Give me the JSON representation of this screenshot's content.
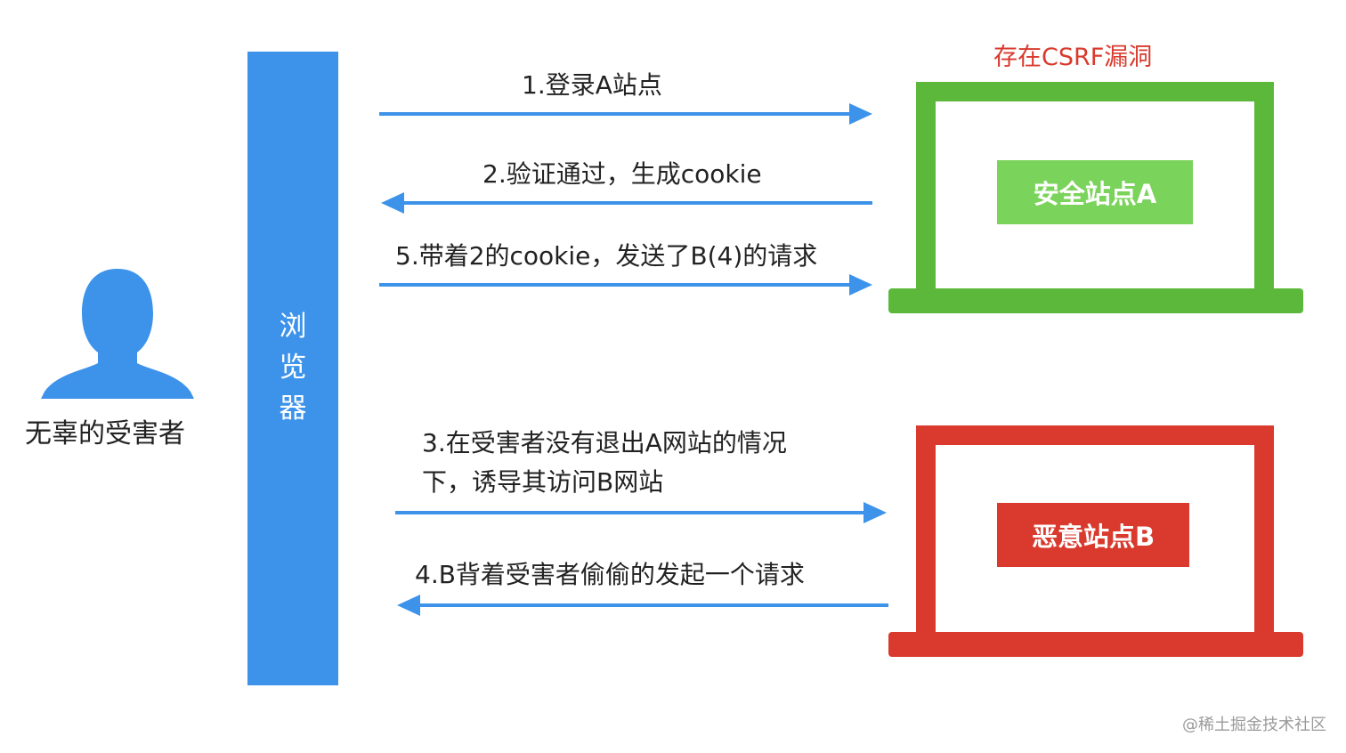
{
  "victim": {
    "label": "无辜的受害者",
    "icon": "person-icon"
  },
  "browser": {
    "label": "浏览器"
  },
  "vulnerable_site": {
    "note": "存在CSRF漏洞",
    "name": "安全站点A"
  },
  "malicious_site": {
    "name": "恶意站点B"
  },
  "steps": {
    "step1": "1.登录A站点",
    "step2": "2.验证通过，生成cookie",
    "step5": "5.带着2的cookie，发送了B(4)的请求",
    "step3_line1": "3.在受害者没有退出A网站的情况",
    "step3_line2": "下，诱导其访问B网站",
    "step4": "4.B背着受害者偷偷的发起一个请求"
  },
  "watermark": "@稀土掘金技术社区",
  "colors": {
    "arrow": "#3d93ea",
    "browser": "#3d93ea",
    "site_a": "#5cb83a",
    "site_a_box": "#7ad35a",
    "site_b": "#d93a2d",
    "note": "#d93a2d"
  }
}
